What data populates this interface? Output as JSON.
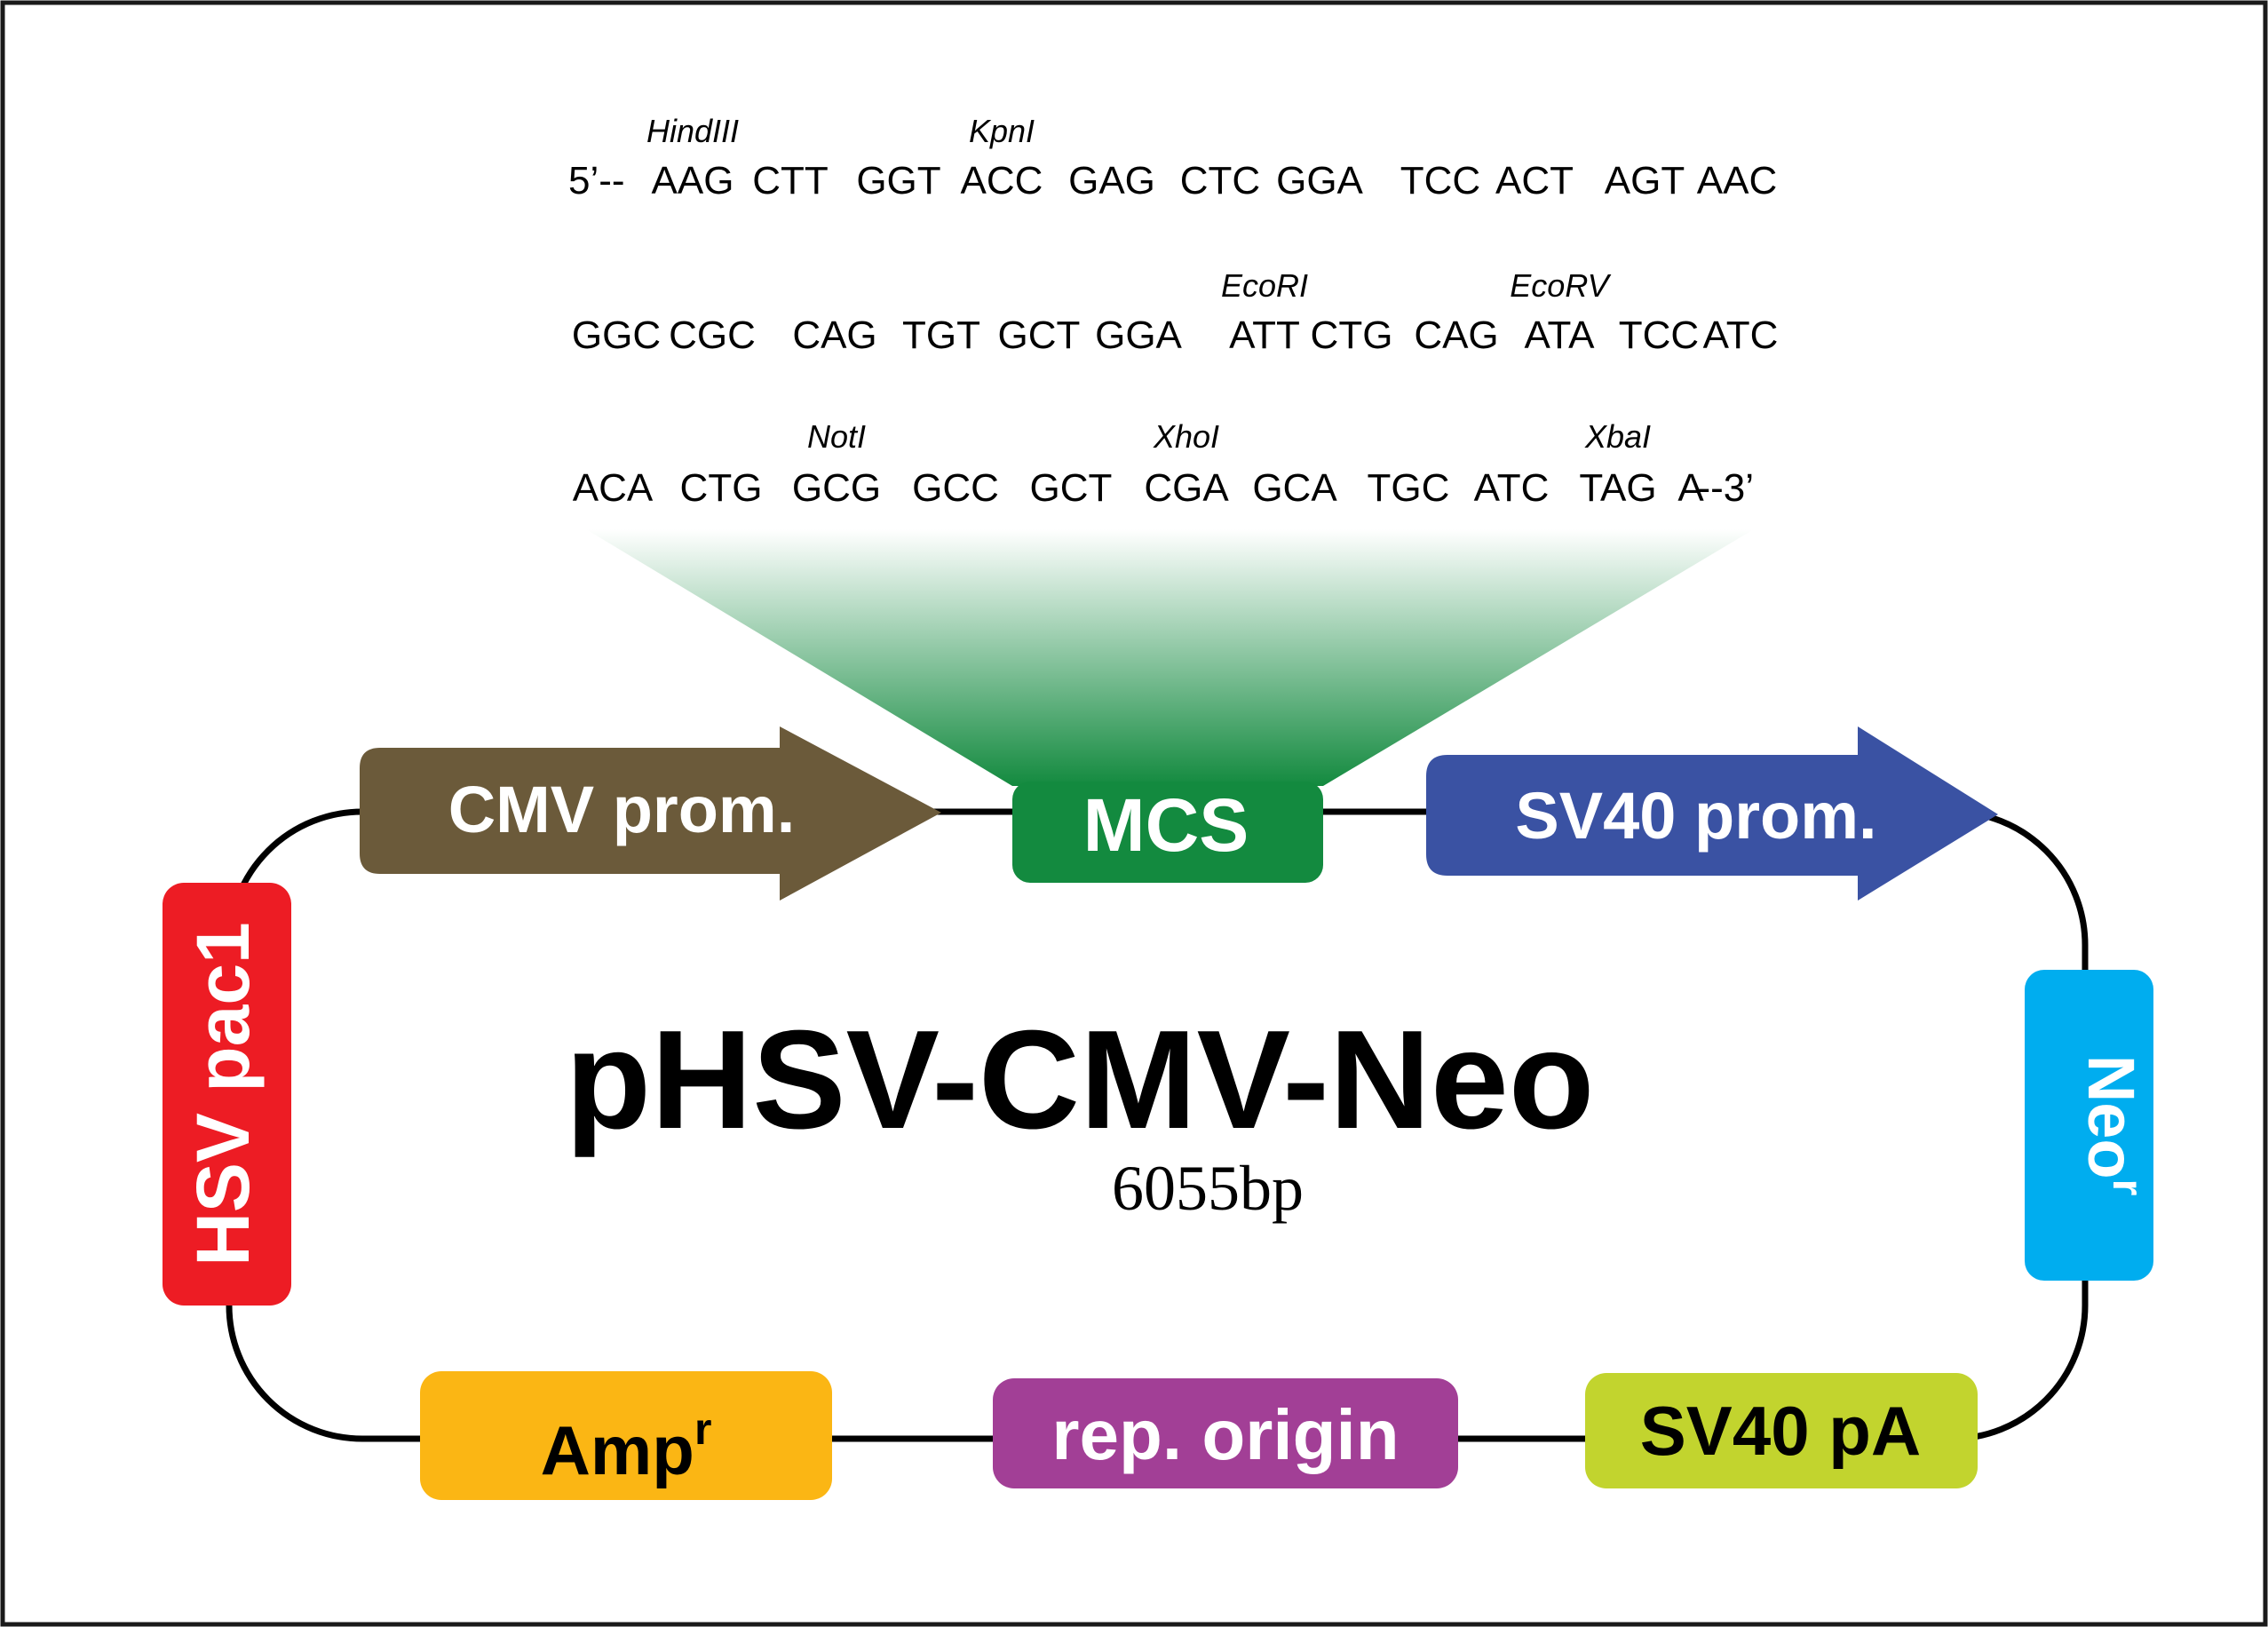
{
  "plasmid": {
    "name": "pHSV-CMV-Neo",
    "size": "6055bp"
  },
  "mcs_sequence": {
    "rows": [
      {
        "start": "5’--",
        "end": "",
        "codons": [
          "AAG",
          "CTT",
          "GGT",
          "ACC",
          "GAG",
          "CTC",
          "GGA",
          "TCC",
          "ACT",
          "AGT",
          "AAC"
        ],
        "sites": [
          {
            "name": "HindIII",
            "codon_index": 0
          },
          {
            "name": "KpnI",
            "codon_index": 3
          }
        ]
      },
      {
        "start": "",
        "end": "",
        "codons": [
          "GGC",
          "CGC",
          "CAG",
          "TGT",
          "GCT",
          "GGA",
          "ATT",
          "CTG",
          "CAG",
          "ATA",
          "TCC",
          "ATC"
        ],
        "sites": [
          {
            "name": "EcoRI",
            "codon_index": 6
          },
          {
            "name": "EcoRV",
            "codon_index": 9
          }
        ]
      },
      {
        "start": "",
        "end": "--3’",
        "codons": [
          "ACA",
          "CTG",
          "GCG",
          "GCC",
          "GCT",
          "CGA",
          "GCA",
          "TGC",
          "ATC",
          "TAG",
          "A"
        ],
        "sites": [
          {
            "name": "NotI",
            "codon_index": 2
          },
          {
            "name": "XhoI",
            "codon_index": 5
          },
          {
            "name": "XbaI",
            "codon_index": 9
          }
        ]
      }
    ]
  },
  "features": {
    "cmv_promoter": {
      "label": "CMV prom.",
      "color": "#6b5a3a",
      "shape": "arrow-right"
    },
    "mcs": {
      "label": "MCS",
      "color": "#138a3f",
      "shape": "box"
    },
    "sv40_promoter": {
      "label": "SV40 prom.",
      "color": "#3a52a3",
      "shape": "arrow-right"
    },
    "neo_resistance": {
      "label": "Neo",
      "superscript": "r",
      "color": "#00adef",
      "shape": "box-vertical"
    },
    "sv40_pa": {
      "label": "SV40 pA",
      "color": "#c2d42e",
      "shape": "box"
    },
    "replication_origin": {
      "label": "rep. origin",
      "color": "#a23f96",
      "shape": "box"
    },
    "amp_resistance": {
      "label": "Amp",
      "superscript": "r",
      "color": "#fbb614",
      "shape": "box"
    },
    "hsv_pac1": {
      "label": "HSV pac1",
      "color": "#ed1c24",
      "shape": "box-vertical"
    }
  },
  "colors": {
    "backbone": "#000000",
    "mcs_fan_top": "#ffffff",
    "mcs_fan_bottom": "#138a3f"
  }
}
